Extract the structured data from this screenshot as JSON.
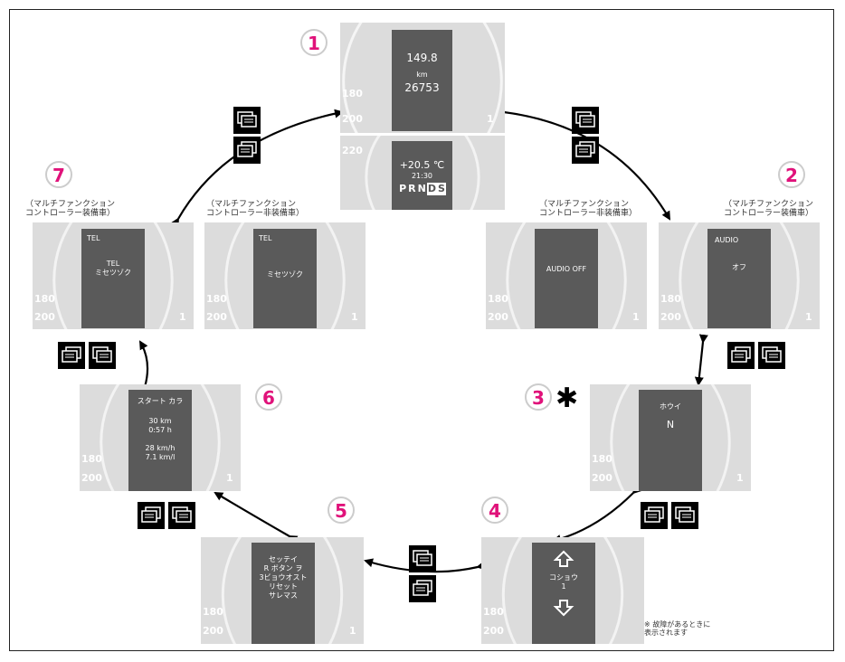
{
  "steps": {
    "s1": {
      "number": "1",
      "speed": "149.8",
      "unit": "km",
      "odo": "26753",
      "temp": "+20.5 ℃",
      "time": "21:30",
      "gears": [
        "P",
        "R",
        "N",
        "D",
        "S"
      ]
    },
    "s2": {
      "number": "2",
      "caption_with": "（マルチファンクション\nコントローラー装備車）",
      "caption_without": "（マルチファンクション\nコントローラー非装備車）",
      "label_with": "AUDIO",
      "text_with": "オフ",
      "text_without": "AUDIO OFF"
    },
    "s3": {
      "number": "3",
      "asterisk": "✱",
      "label": "ホウイ",
      "value": "N"
    },
    "s4": {
      "number": "4",
      "line1": "コショウ",
      "line2": "1",
      "note": "※ 故障があるときに\n表示されます"
    },
    "s5": {
      "number": "5",
      "lines": [
        "セッテイ",
        "R ボタン ヲ",
        "3ビョウオスト",
        "リセット",
        "サレマス"
      ]
    },
    "s6": {
      "number": "6",
      "title": "スタート カラ",
      "dist": "30 km",
      "time": "0:57 h",
      "speed": "28 km/h",
      "consumption": "7.1 km/l"
    },
    "s7": {
      "number": "7",
      "caption_with": "（マルチファンクション\nコントローラー装備車）",
      "caption_without": "（マルチファンクション\nコントローラー非装備車）",
      "label_with": "TEL",
      "text_with_1": "TEL",
      "text_with_2": "ミセツゾク",
      "label_without": "TEL",
      "text_without": "ミセツゾク"
    }
  },
  "gauge_labels": {
    "left": [
      "220",
      "180",
      "200"
    ],
    "right": [
      "1"
    ]
  },
  "icons": {
    "next_button": "page-forward-icon",
    "prev_button": "page-back-icon"
  },
  "colors": {
    "accent": "#e0127a",
    "screen": "#5a5a5a",
    "panel": "#dcdcdc"
  }
}
